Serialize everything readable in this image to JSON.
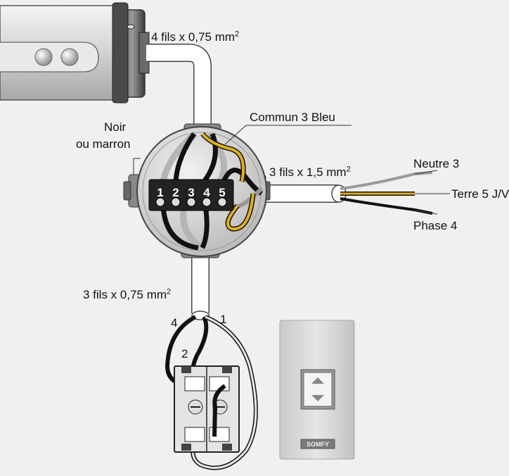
{
  "labels": {
    "motor_cable": "4 fils x 0,75 mm",
    "motor_cable_sup": "2",
    "noir": "Noir",
    "ou_marron": "ou marron",
    "commun": "Commun 3 Bleu",
    "supply_cable": "3 fils x 1,5 mm",
    "supply_cable_sup": "2",
    "neutre": "Neutre 3",
    "terre": "Terre 5 J/V",
    "phase": "Phase 4",
    "switch_cable": "3 fils x 0,75 mm",
    "switch_cable_sup": "2",
    "wire_4": "4",
    "wire_1": "1",
    "wire_2": "2"
  },
  "terminals": [
    "1",
    "2",
    "3",
    "4",
    "5"
  ],
  "switch_brand": "SOMFY",
  "icons": [
    "up-arrow-icon",
    "down-arrow-icon"
  ],
  "colors": {
    "background": "#f0f0f0",
    "bleu": "#9a9a9a",
    "jaune_vert": "#e0b020",
    "noir": "#111111",
    "gris": "#b5b5b5"
  }
}
